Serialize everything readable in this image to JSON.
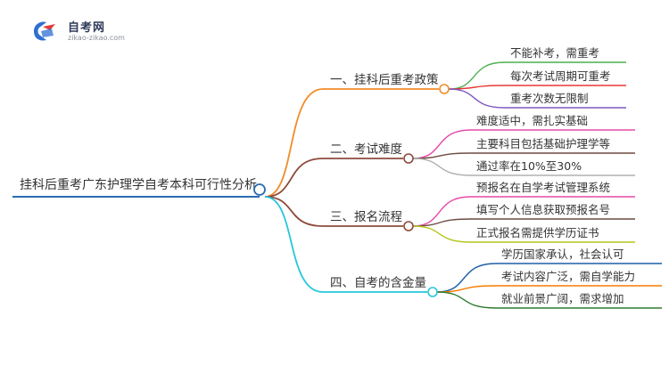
{
  "brand": {
    "title": "自考网",
    "url": "zikao-zikao.com"
  },
  "root": {
    "label": "挂科后重考广东护理学自考本科可行性分析",
    "color": "#2b6cb0"
  },
  "branches": [
    {
      "label": "一、挂科后重考政策",
      "color": "#f28c28",
      "children": [
        {
          "label": "不能补考，需重考",
          "color": "#4caf50"
        },
        {
          "label": "每次考试周期可重考",
          "color": "#e53935"
        },
        {
          "label": "重考次数无限制",
          "color": "#7e57c2"
        }
      ]
    },
    {
      "label": "二、考试难度",
      "color": "#8d4b3b",
      "children": [
        {
          "label": "难度适中，需扎实基础",
          "color": "#e64aa8"
        },
        {
          "label": "主要科目包括基础护理学等",
          "color": "#6d4c41"
        },
        {
          "label": "通过率在10%至30%",
          "color": "#b0b0b0"
        }
      ]
    },
    {
      "label": "三、报名流程",
      "color": "#8d4b3b",
      "children": [
        {
          "label": "预报名在自学考试管理系统",
          "color": "#e64aa8"
        },
        {
          "label": "填写个人信息获取预报名号",
          "color": "#6d4c41"
        },
        {
          "label": "正式报名需提供学历证书",
          "color": "#b5c41a"
        }
      ]
    },
    {
      "label": "四、自考的含金量",
      "color": "#26c6da",
      "children": [
        {
          "label": "学历国家承认，社会认可",
          "color": "#1e5fa8"
        },
        {
          "label": "考试内容广泛，需自学能力",
          "color": "#f57c00"
        },
        {
          "label": "就业前景广阔，需求增加",
          "color": "#2e7d32"
        }
      ]
    }
  ]
}
